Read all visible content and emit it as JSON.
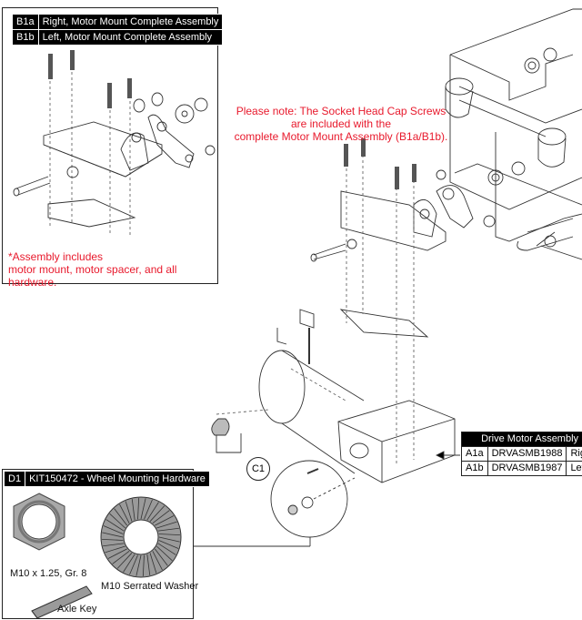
{
  "b_table": {
    "rows": [
      {
        "code": "B1a",
        "description": "Right, Motor Mount Complete Assembly"
      },
      {
        "code": "B1b",
        "description": "Left, Motor Mount Complete Assembly"
      }
    ]
  },
  "b_note": {
    "line1": "*Assembly includes",
    "line2": "motor mount, motor spacer, and all hardware."
  },
  "center_note": {
    "line1": "Please note: The Socket Head Cap Screws",
    "line2": "are included with the",
    "line3": "complete Motor Mount Assembly (B1a/B1b)."
  },
  "drive_motor_table": {
    "title": "Drive Motor Assembly",
    "rows": [
      {
        "code": "A1a",
        "part": "DRVASMB1988",
        "side": "Right"
      },
      {
        "code": "A1b",
        "part": "DRVASMB1987",
        "side": "Left"
      }
    ]
  },
  "d_kit": {
    "code": "D1",
    "title": "KIT150472 - Wheel Mounting Hardware",
    "items": {
      "nut": "M10 x 1.25, Gr. 8",
      "washer": "M10 Serrated Washer",
      "key": "Axle Key"
    }
  },
  "callout_c1": "C1",
  "colors": {
    "note_red": "#e8192c",
    "header_black": "#000000",
    "line": "#222222",
    "part_gray": "#9a9a9a"
  }
}
